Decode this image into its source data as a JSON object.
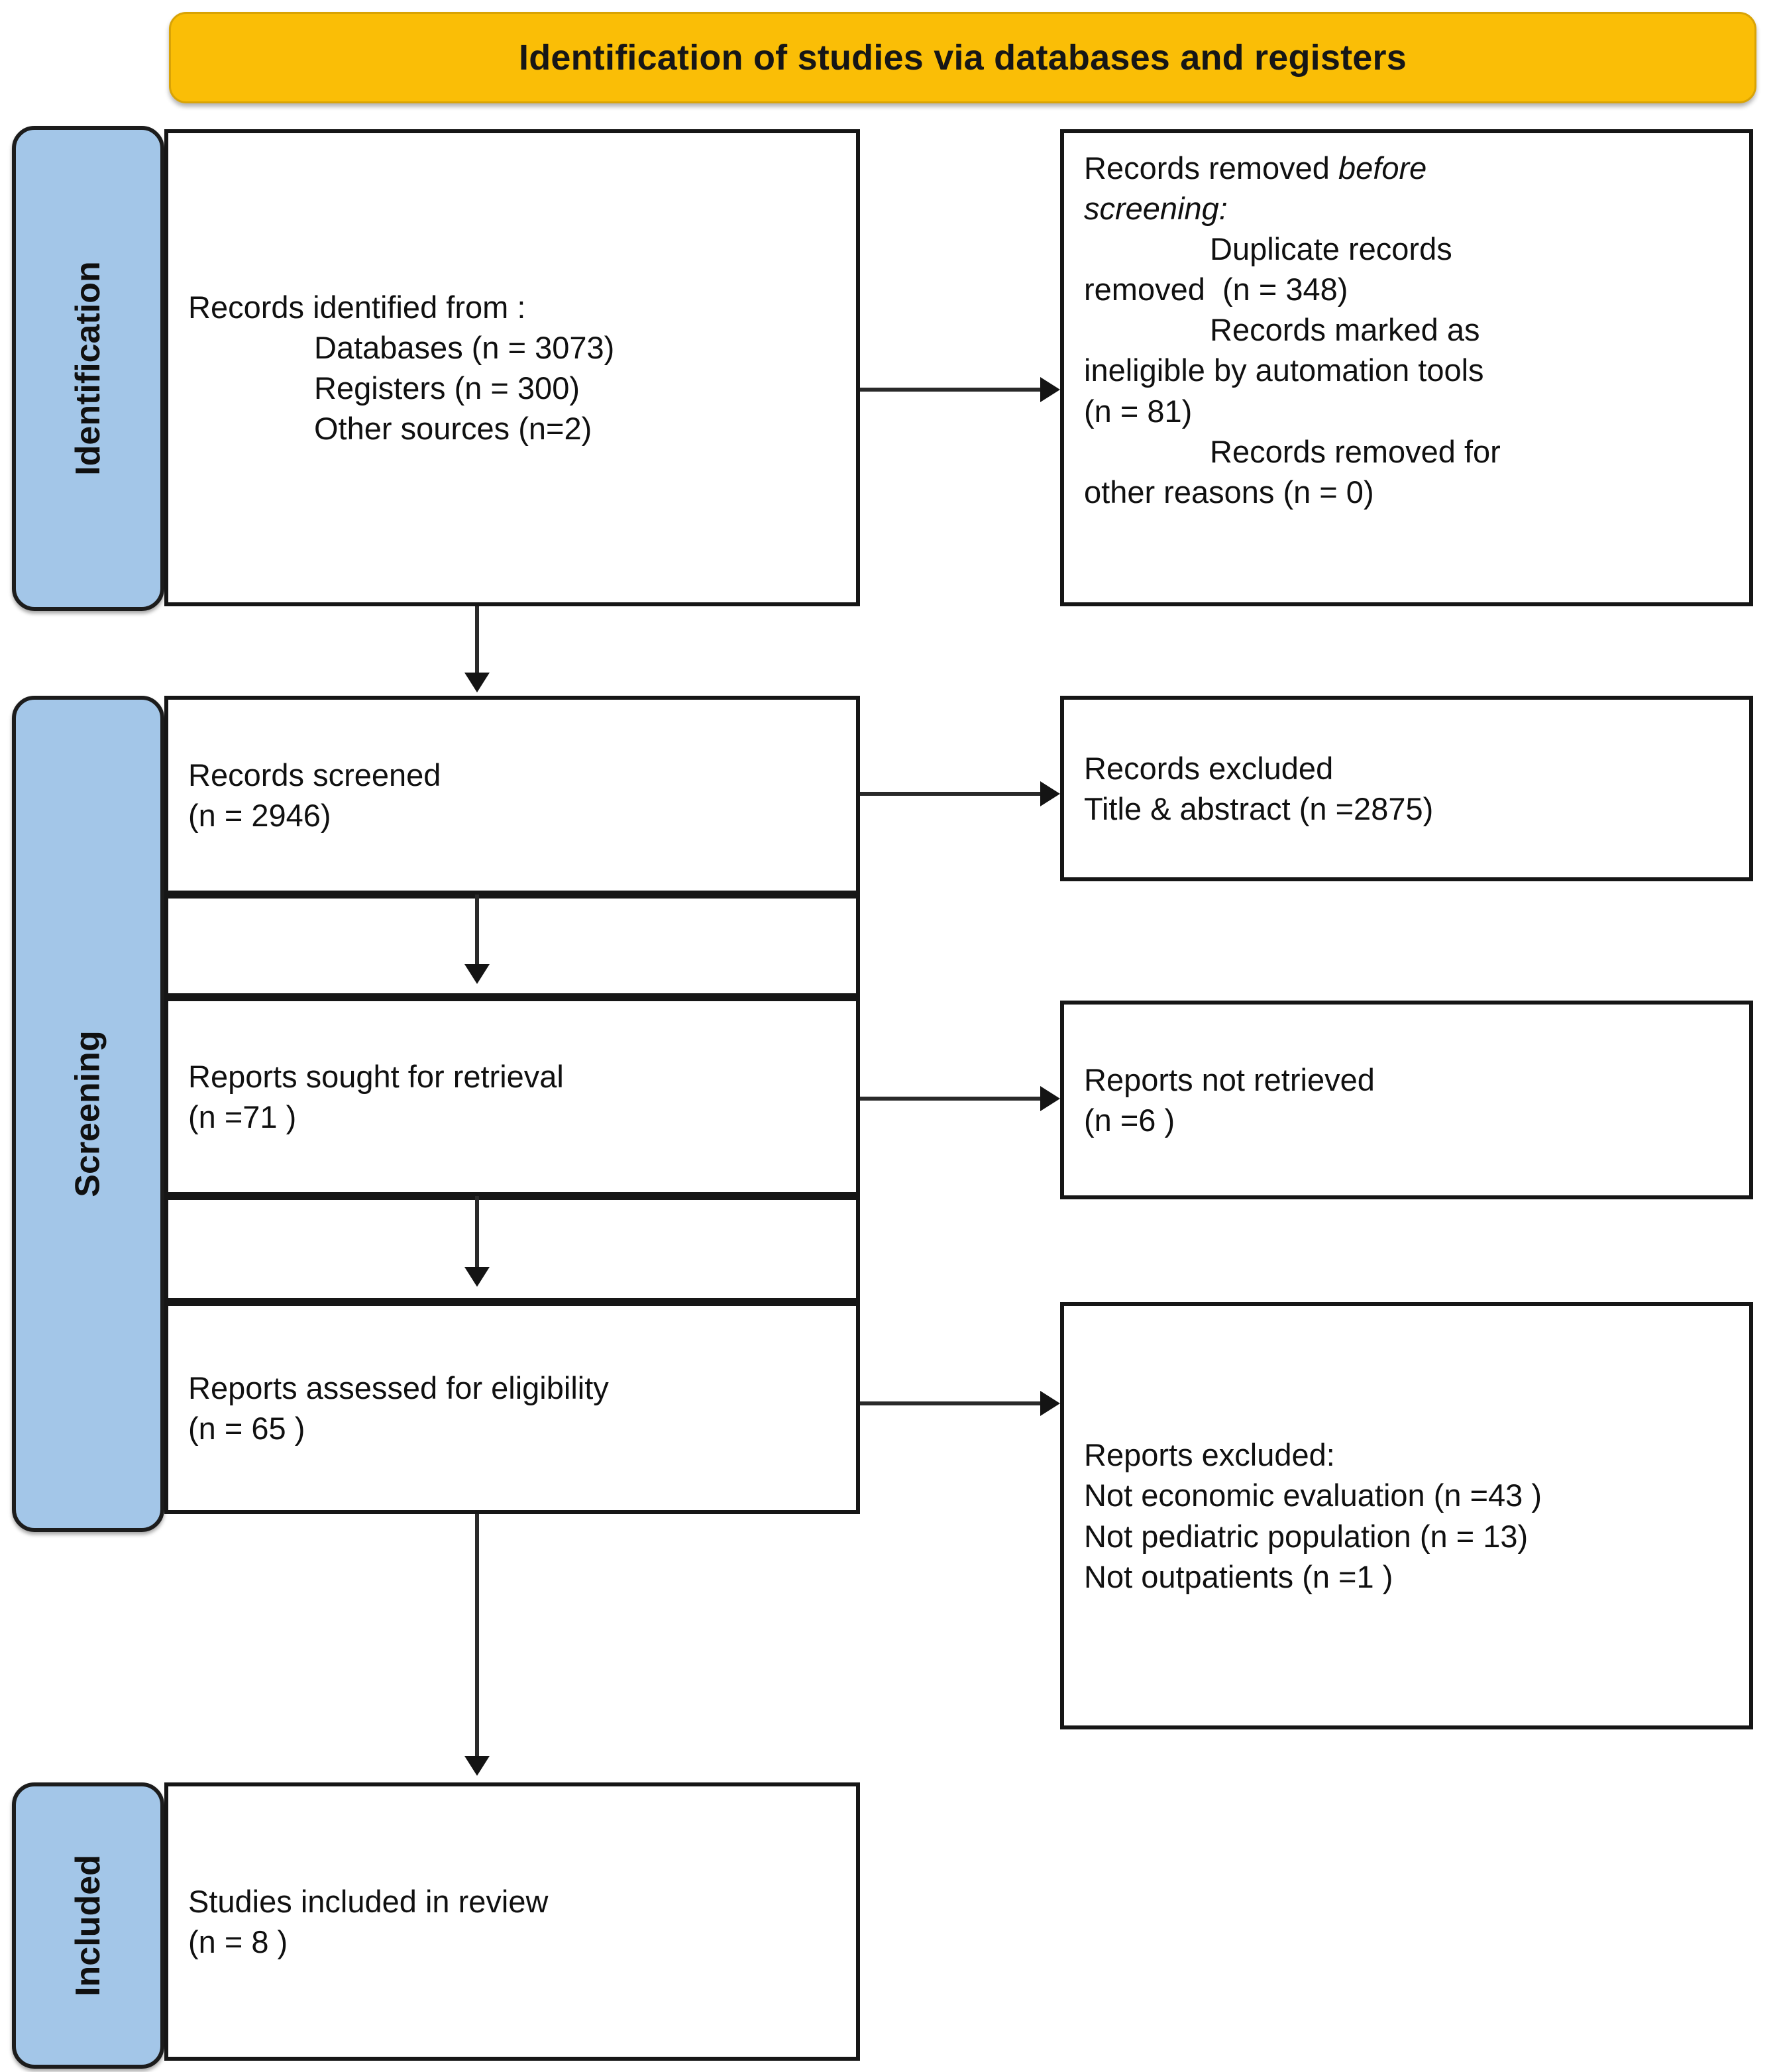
{
  "banner": {
    "title": "Identification of studies via databases and registers"
  },
  "stages": [
    {
      "label": "Identification"
    },
    {
      "label": "Screening"
    },
    {
      "label": "Included"
    }
  ],
  "boxes": {
    "identified": {
      "lines": [
        "Records identified from :",
        "Databases (n = 3073)",
        "Registers (n = 300)",
        "Other sources (n=2)"
      ]
    },
    "removed_before_screening": {
      "lines": [
        "Records removed before",
        "screening:",
        "Duplicate records",
        "removed  (n = 348)",
        "Records marked as",
        "ineligible by automation tools",
        "(n = 81)",
        "Records removed for",
        "other reasons (n = 0)"
      ],
      "italic_segments": [
        "before",
        "screening:"
      ]
    },
    "records_screened": {
      "lines": [
        "Records screened",
        "(n = 2946)"
      ]
    },
    "records_excluded": {
      "lines": [
        "Records excluded",
        "Title & abstract (n =2875)"
      ]
    },
    "reports_sought": {
      "lines": [
        "Reports sought for retrieval",
        "(n =71 )"
      ]
    },
    "reports_not_retrieved": {
      "lines": [
        "Reports not retrieved",
        "(n =6 )"
      ]
    },
    "reports_assessed": {
      "lines": [
        "Reports assessed for eligibility",
        "(n = 65 )"
      ]
    },
    "reports_excluded": {
      "lines": [
        "Reports excluded:",
        "Not economic evaluation (n =43 )",
        "Not pediatric population (n = 13)",
        "Not outpatients (n =1 )"
      ]
    },
    "studies_included": {
      "lines": [
        "Studies included in review",
        "(n = 8 )"
      ]
    }
  },
  "colors": {
    "banner_fill": "#FABE06",
    "stage_fill": "#A3C6E8",
    "outline": "#161616"
  }
}
